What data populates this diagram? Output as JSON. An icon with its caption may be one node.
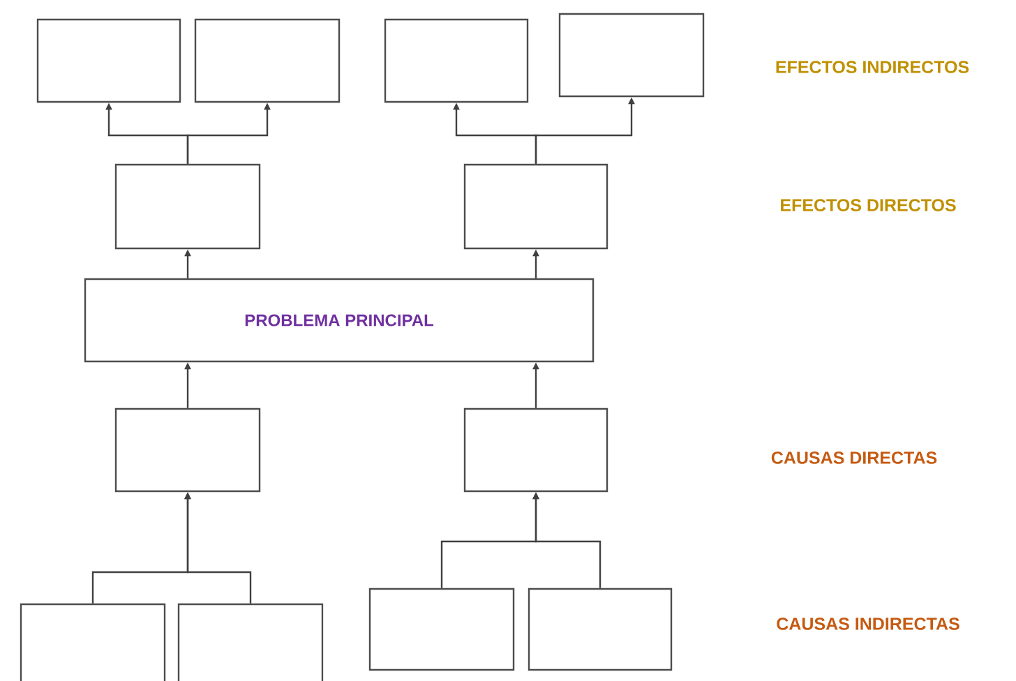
{
  "diagram": {
    "nodes": [
      {
        "text": [],
        "shape": "box"
      },
      {
        "text": [],
        "shape": "box"
      },
      {
        "text": [],
        "shape": "box"
      },
      {
        "text": [],
        "shape": "box"
      },
      {
        "text": [],
        "shape": "box"
      },
      {
        "text": [],
        "shape": "box"
      },
      {
        "text": [
          "PROBLEMA PRINCIPAL"
        ]
      },
      {
        "text": [],
        "shape": "box"
      },
      {
        "text": [],
        "shape": "box"
      },
      {
        "text": [],
        "shape": "box"
      },
      {
        "text": [],
        "shape": "box"
      },
      {
        "text": [],
        "shape": "box"
      },
      {
        "text": [],
        "shape": "box"
      }
    ],
    "edges": [
      {
        "from": 4,
        "to": 0,
        "arrow": "to"
      },
      {
        "from": 4,
        "to": 1,
        "arrow": "to"
      },
      {
        "from": 5,
        "to": 2,
        "arrow": "to"
      },
      {
        "from": 5,
        "to": 3,
        "arrow": "to"
      },
      {
        "from": 6,
        "to": 4,
        "arrow": "to"
      },
      {
        "from": 6,
        "to": 5,
        "arrow": "to"
      },
      {
        "from": 7,
        "to": 6,
        "arrow": "to"
      },
      {
        "from": 8,
        "to": 6,
        "arrow": "to"
      },
      {
        "from": 9,
        "to": 7,
        "arrow": "to"
      },
      {
        "from": 10,
        "to": 7,
        "arrow": "to"
      },
      {
        "from": 11,
        "to": 8,
        "arrow": "to"
      },
      {
        "from": 12,
        "to": 8,
        "arrow": "to"
      }
    ],
    "labels": [
      "EFECTOS INDIRECTOS",
      "EFECTOS DIRECTOS",
      "CAUSAS DIRECTAS",
      "CAUSAS INDIRECTAS"
    ]
  }
}
